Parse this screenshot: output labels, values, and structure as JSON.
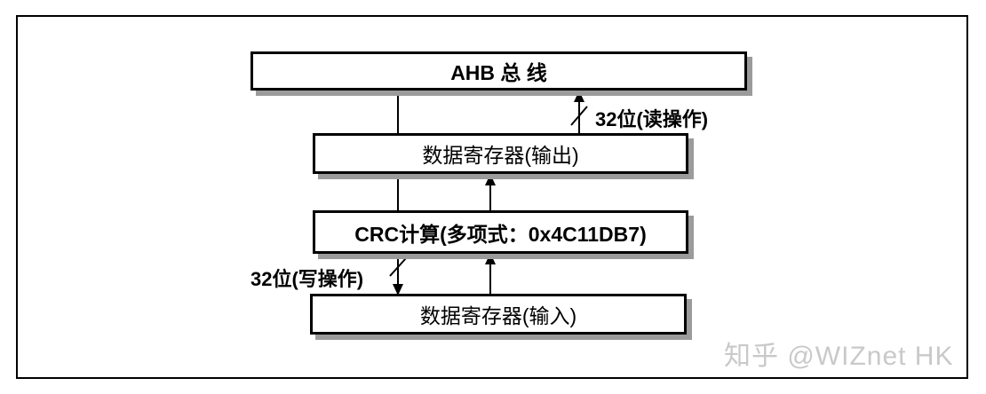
{
  "diagram": {
    "ahb_bus": "AHB 总 线",
    "data_register_output": "数据寄存器(输出)",
    "crc_unit": "CRC计算(多项式：0x4C11DB7)",
    "data_register_input": "数据寄存器(输入)",
    "read_label": "32位(读操作)",
    "write_label": "32位(写操作)"
  },
  "watermark": "知乎 @WIZnet HK"
}
